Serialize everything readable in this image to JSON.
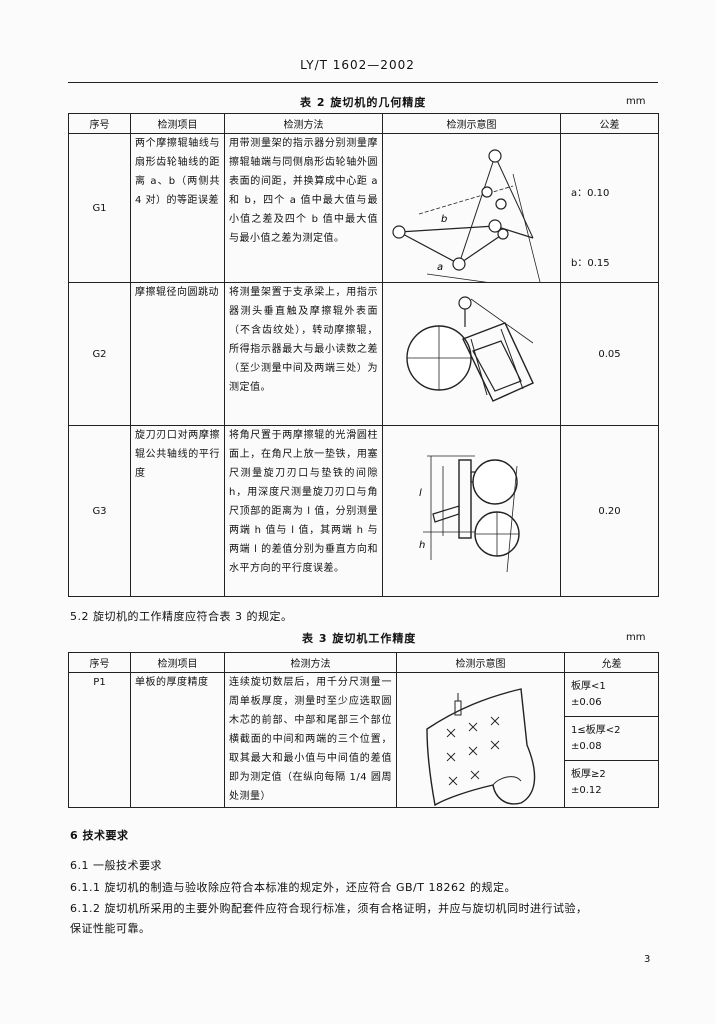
{
  "header": {
    "standard": "LY/T 1602—2002"
  },
  "table2": {
    "caption": "表 2  旋切机的几何精度",
    "unit": "mm",
    "columns": [
      "序号",
      "检测项目",
      "检测方法",
      "检测示意图",
      "公差"
    ],
    "rows": [
      {
        "id": "G1",
        "item": "两个摩擦辊轴线与扇形齿轮轴线的距离 a、b（两侧共 4 对）的等距误差",
        "method": "用带测量架的指示器分别测量摩擦辊轴端与同侧扇形齿轮轴外圆表面的间距，并换算成中心距 a 和 b，四个 a 值中最大值与最小值之差及四个 b 值中最大值与最小值之差为测定值。",
        "tolerance": [
          "a：0.10",
          "b：0.15"
        ],
        "diagram_labels": [
          "a",
          "b"
        ]
      },
      {
        "id": "G2",
        "item": "摩擦辊径向圆跳动",
        "method": "将测量架置于支承梁上，用指示器测头垂直触及摩擦辊外表面（不含齿纹处），转动摩擦辊，所得指示器最大与最小读数之差（至少测量中间及两端三处）为测定值。",
        "tolerance": [
          "0.05"
        ]
      },
      {
        "id": "G3",
        "item": "旋刀刃口对两摩擦辊公共轴线的平行度",
        "method": "将角尺置于两摩擦辊的光滑圆柱面上，在角尺上放一垫铁，用塞尺测量旋刀刃口与垫铁的间隙 h，用深度尺测量旋刀刃口与角尺顶部的距离为 l 值，分别测量两端 h 值与 l 值，其两端 h 与两端 l 的差值分别为垂直方向和水平方向的平行度误差。",
        "tolerance": [
          "0.20"
        ],
        "diagram_labels": [
          "h",
          "l"
        ]
      }
    ]
  },
  "section_5_2": "5.2  旋切机的工作精度应符合表 3 的规定。",
  "table3": {
    "caption": "表 3  旋切机工作精度",
    "unit": "mm",
    "columns": [
      "序号",
      "检测项目",
      "检测方法",
      "检测示意图",
      "允差"
    ],
    "rows": [
      {
        "id": "P1",
        "item": "单板的厚度精度",
        "method": "连续旋切数层后，用千分尺测量一周单板厚度，测量时至少应选取圆木芯的前部、中部和尾部三个部位横截面的中间和两端的三个位置，取其最大和最小值与中间值的差值即为测定值（在纵向每隔 1/4 圆周处测量）",
        "tolerances": [
          {
            "cond": "板厚<1",
            "val": "±0.06"
          },
          {
            "cond": "1≤板厚<2",
            "val": "±0.08"
          },
          {
            "cond": "板厚≥2",
            "val": "±0.12"
          }
        ]
      }
    ]
  },
  "section6": {
    "title": "6  技术要求",
    "s6_1": "6.1  一般技术要求",
    "s6_1_1": "6.1.1  旋切机的制造与验收除应符合本标准的规定外，还应符合 GB/T 18262 的规定。",
    "s6_1_2a": "6.1.2  旋切机所采用的主要外购配套件应符合现行标准，须有合格证明，并应与旋切机同时进行试验，",
    "s6_1_2b": "保证性能可靠。"
  },
  "page_number": "3"
}
